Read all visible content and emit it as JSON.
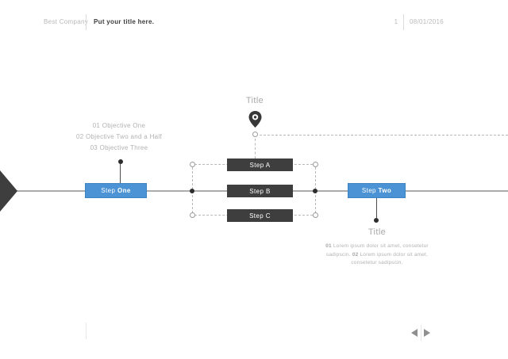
{
  "header": {
    "company": "Best Company",
    "title": "Put your title here.",
    "page_number": "1",
    "date": "08/01/2016"
  },
  "timeline": {
    "step_one": {
      "pre": "Step ",
      "bold": "One"
    },
    "step_two": {
      "pre": "Step ",
      "bold": "Two"
    },
    "objectives": [
      "01 Objective One",
      "02 Objective Two and a Half",
      "03 Objective Three"
    ],
    "middle_steps": [
      "Step A",
      "Step B",
      "Step C"
    ],
    "pin_title": "Title",
    "step_two_title": "Title",
    "description_lines": [
      {
        "pre": "",
        "bold": "01",
        "post": " Lorem ipsum dolor sit amet, consetetur"
      },
      {
        "pre": "sadipscin. ",
        "bold": "02",
        "post": " Lorem ipsum dolor sit amet,"
      },
      {
        "pre": "consetetur sadipscin.",
        "bold": "",
        "post": ""
      }
    ]
  },
  "icons": {
    "pin": "map-pin-icon",
    "prev": "chevron-left-icon",
    "next": "chevron-right-icon"
  },
  "colors": {
    "accent_blue": "#4b93d4",
    "dark_shape": "#3e3e3e",
    "timeline_gray": "#acacac",
    "light_text": "#b2b2b2"
  }
}
